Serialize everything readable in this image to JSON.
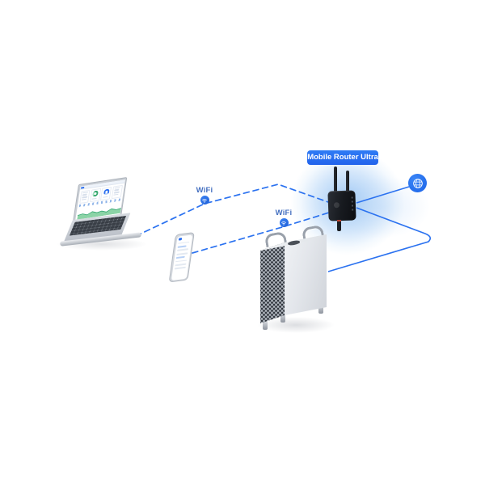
{
  "badge": {
    "label": "Mobile Router Ultra"
  },
  "connections": {
    "laptop_to_router": {
      "label": "WiFi",
      "style": "dashed",
      "icon": "wifi-icon"
    },
    "phone_to_router": {
      "label": "WiFi",
      "style": "dashed",
      "icon": "wifi-icon"
    },
    "router_to_internet": {
      "style": "solid",
      "icon": "globe-icon"
    },
    "router_to_tower": {
      "style": "solid"
    }
  },
  "devices": {
    "laptop": {
      "name": "laptop",
      "screen": "dashboard-ui"
    },
    "phone": {
      "name": "smartphone",
      "screen": "app-list-ui"
    },
    "router": {
      "name": "Mobile Router Ultra",
      "type": "portable-router-two-antennas"
    },
    "tower": {
      "name": "desktop-tower-device"
    },
    "internet": {
      "name": "internet",
      "icon": "globe-icon"
    }
  },
  "colors": {
    "accent_blue": "#2b72f0",
    "badge_blue": "#2b6ff0",
    "glow_blue": "#a8cef6",
    "router_black": "#17191e",
    "wifi_label_blue": "#4570c0"
  }
}
